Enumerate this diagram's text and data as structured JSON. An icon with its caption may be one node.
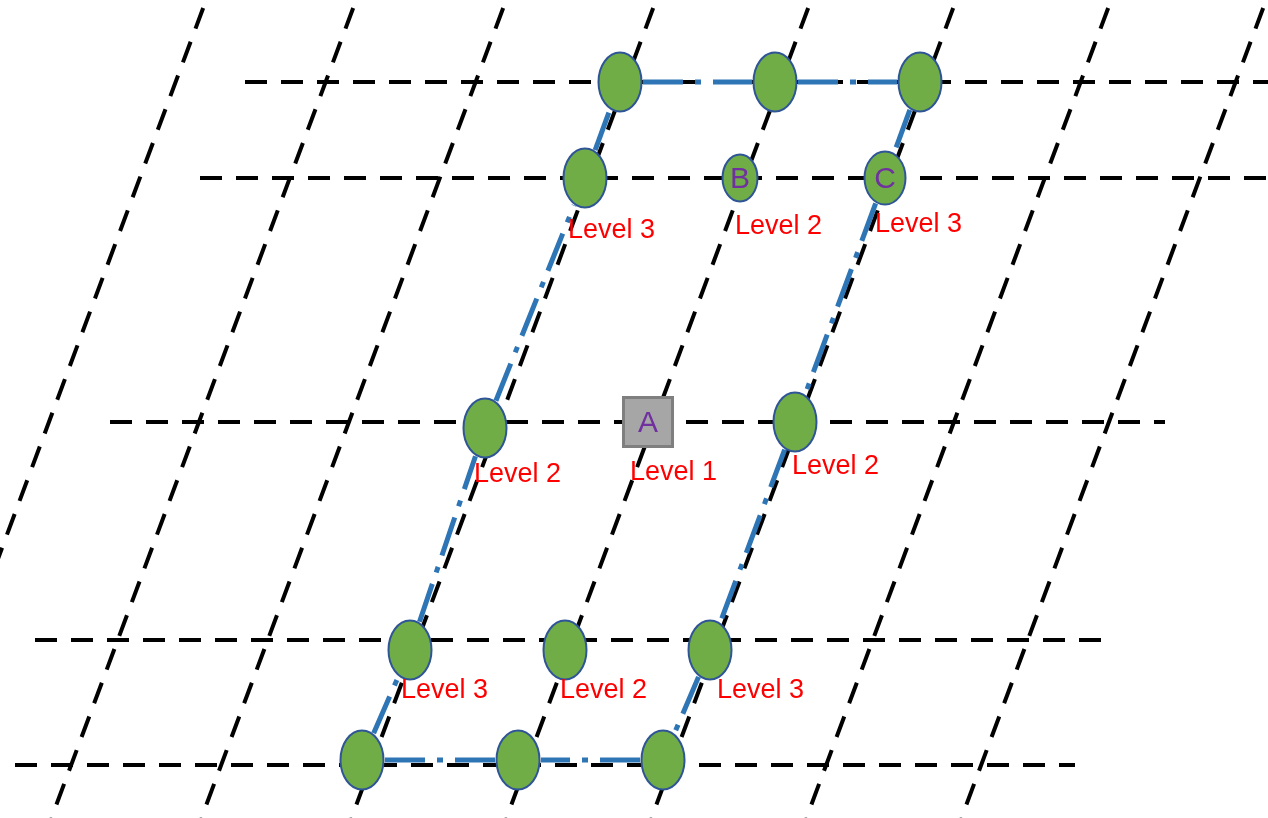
{
  "diagram": {
    "nodes": [
      {
        "text": [],
        "shape": "ellipse"
      },
      {
        "text": [],
        "shape": "ellipse"
      },
      {
        "text": [],
        "shape": "ellipse"
      },
      {
        "text": [],
        "shape": "ellipse",
        "beside": [
          "Level 3"
        ]
      },
      {
        "text": [
          "B"
        ],
        "beside": [
          "Level 2"
        ]
      },
      {
        "text": [
          "C"
        ],
        "beside": [
          "Level 3"
        ]
      },
      {
        "text": [],
        "shape": "ellipse",
        "beside": [
          "Level 2"
        ]
      },
      {
        "text": [
          "A"
        ],
        "beside": [
          "Level 1"
        ]
      },
      {
        "text": [],
        "shape": "ellipse",
        "beside": [
          "Level 2"
        ]
      },
      {
        "text": [],
        "shape": "ellipse",
        "beside": [
          "Level 3"
        ]
      },
      {
        "text": [],
        "shape": "ellipse",
        "beside": [
          "Level 2"
        ]
      },
      {
        "text": [],
        "shape": "ellipse",
        "beside": [
          "Level 3"
        ]
      },
      {
        "text": [],
        "shape": "ellipse"
      },
      {
        "text": [],
        "shape": "ellipse"
      },
      {
        "text": [],
        "shape": "ellipse"
      }
    ],
    "edges": [
      {
        "from": 0,
        "to": 1,
        "arrow": "none",
        "style": "dashed"
      },
      {
        "from": 1,
        "to": 2,
        "arrow": "none",
        "style": "dashed"
      },
      {
        "from": 2,
        "to": 5,
        "arrow": "none",
        "style": "dashed"
      },
      {
        "from": 5,
        "to": 8,
        "arrow": "none",
        "style": "dashed"
      },
      {
        "from": 8,
        "to": 11,
        "arrow": "none",
        "style": "dashed"
      },
      {
        "from": 11,
        "to": 14,
        "arrow": "none",
        "style": "dashed"
      },
      {
        "from": 14,
        "to": 13,
        "arrow": "none",
        "style": "dashed"
      },
      {
        "from": 13,
        "to": 12,
        "arrow": "none",
        "style": "dashed"
      },
      {
        "from": 12,
        "to": 9,
        "arrow": "none",
        "style": "dashed"
      },
      {
        "from": 9,
        "to": 6,
        "arrow": "none",
        "style": "dashed"
      },
      {
        "from": 6,
        "to": 3,
        "arrow": "none",
        "style": "dashed"
      },
      {
        "from": 3,
        "to": 0,
        "arrow": "none",
        "style": "dashed"
      }
    ]
  }
}
